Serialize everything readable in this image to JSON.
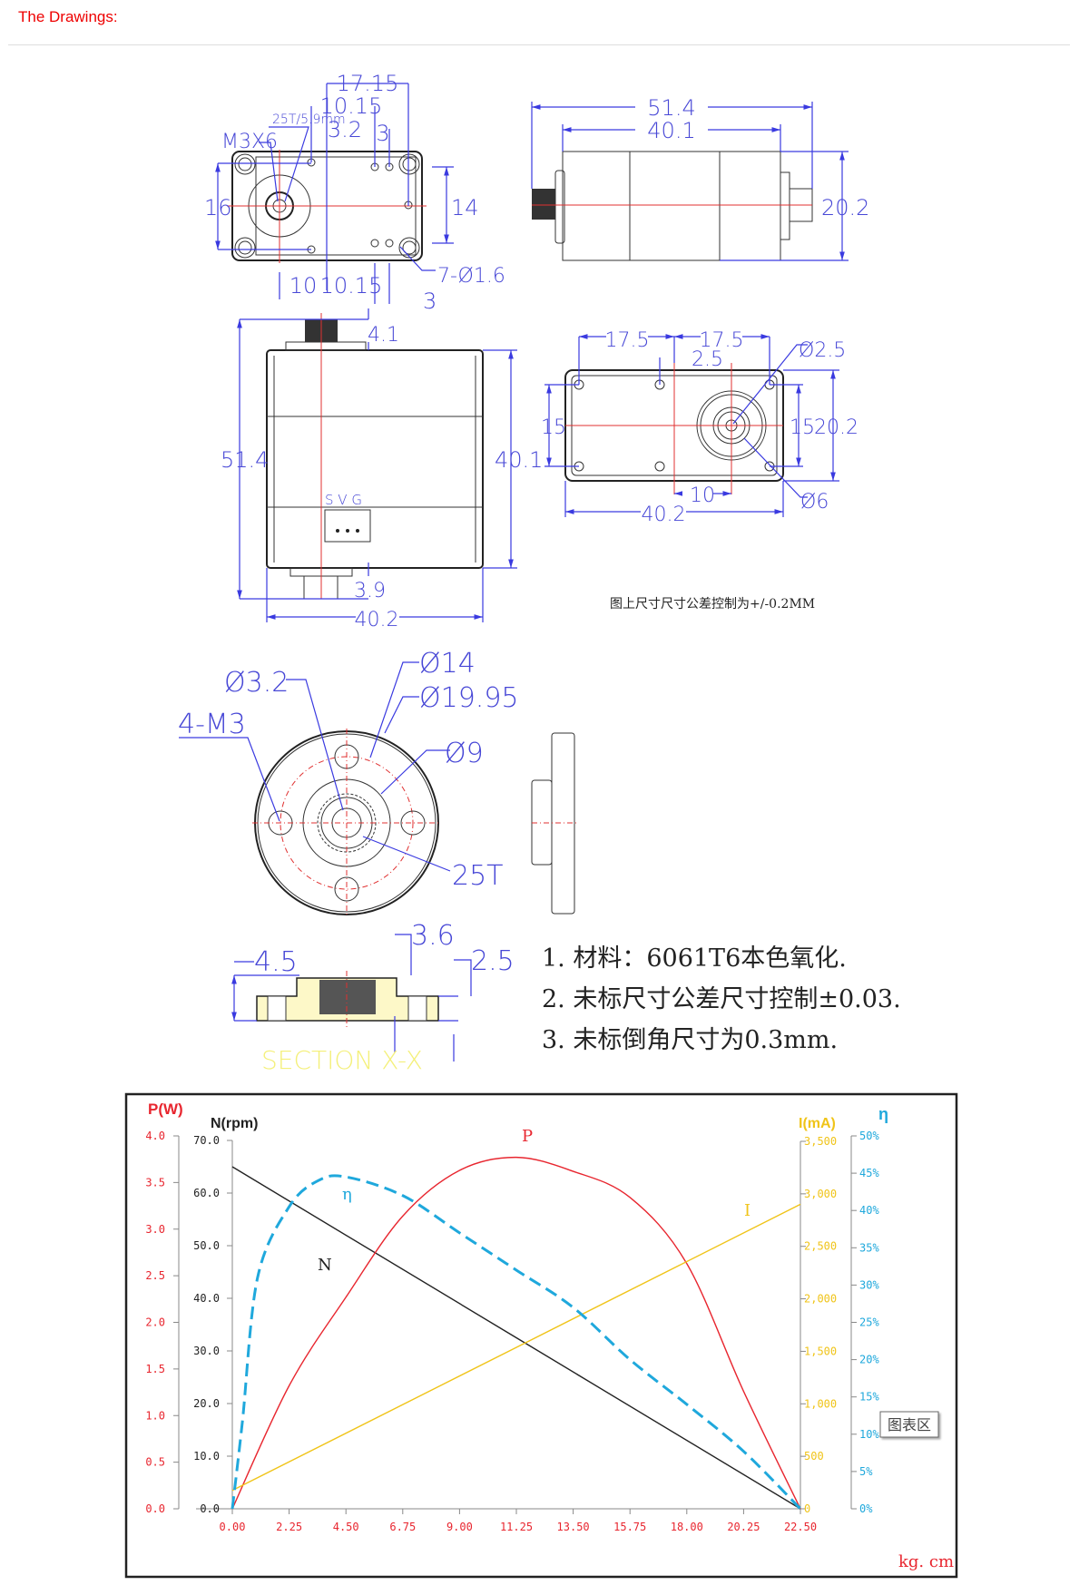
{
  "header": {
    "title": "The Drawings:"
  },
  "drawing": {
    "top_view": {
      "d_17_15": "17.15",
      "d_10_15_top": "10.15",
      "d_3_2": "3.2",
      "d_3_top": "3",
      "spline": "25T/5.9mm",
      "screw": "M3X6",
      "d_16": "16",
      "d_14": "14",
      "holes": "7-Ø1.6",
      "d_10": "10",
      "d_10_15_bot": "10.15",
      "d_3_bot": "3"
    },
    "side_view": {
      "d_51_4": "51.4",
      "d_40_1": "40.1",
      "d_20_2": "20.2"
    },
    "front_view": {
      "d_4_1": "4.1",
      "d_51_4": "51.4",
      "d_40_1": "40.1",
      "connector": "S V G",
      "d_3_9": "3.9",
      "d_40_2": "40.2"
    },
    "bottom_view": {
      "d_17_5_a": "17.5",
      "d_17_5_b": "17.5",
      "d_2_5": "2.5",
      "d_phi2_5": "Ø2.5",
      "d_15_left": "15",
      "d_15_right": "15",
      "d_20_2": "20.2",
      "d_10": "10",
      "d_40_2": "40.2",
      "d_phi6": "Ø6"
    },
    "tolerance_note": "图上尺寸尺寸公差控制为+/-0.2MM",
    "horn": {
      "d_phi3_2": "Ø3.2",
      "d_phi14": "Ø14",
      "d_phi19_95": "Ø19.95",
      "holes": "4-M3",
      "d_phi9": "Ø9",
      "spline": "25T"
    },
    "section": {
      "d_4_5": "4.5",
      "d_3_6": "3.6",
      "d_2_5": "2.5",
      "label": "SECTION X-X"
    },
    "notes": [
      "1. 材料：6061T6本色氧化.",
      "2. 未标尺寸公差尺寸控制±0.03.",
      "3. 未标倒角尺寸为0.3mm."
    ]
  },
  "chart_data": {
    "type": "line",
    "xlabel": "kg. cm",
    "x_ticks": [
      "0.00",
      "2.25",
      "4.50",
      "6.75",
      "9.00",
      "11.25",
      "13.50",
      "15.75",
      "18.00",
      "20.25",
      "22.50"
    ],
    "xlim": [
      0,
      22.5
    ],
    "axes": {
      "P": {
        "label": "P(W)",
        "ylim": [
          0,
          4
        ],
        "ticks": [
          "0.0",
          "0.5",
          "1.0",
          "1.5",
          "2.0",
          "2.5",
          "3.0",
          "3.5",
          "4.0"
        ],
        "color": "#e8262f"
      },
      "N": {
        "label": "N(rpm)",
        "ylim": [
          0,
          70
        ],
        "ticks": [
          "0.0",
          "10.0",
          "20.0",
          "30.0",
          "40.0",
          "50.0",
          "60.0",
          "70.0"
        ],
        "color": "#222222"
      },
      "I": {
        "label": "I(mA)",
        "ylim": [
          0,
          3500
        ],
        "ticks": [
          "0",
          "500",
          "1,000",
          "1,500",
          "2,000",
          "2,500",
          "3,000",
          "3,500"
        ],
        "color": "#f0c419"
      },
      "eta": {
        "label": "η",
        "ylim": [
          0,
          50
        ],
        "ticks": [
          "0%",
          "5%",
          "10%",
          "15%",
          "20%",
          "25%",
          "30%",
          "35%",
          "40%",
          "45%",
          "50%"
        ],
        "color": "#1fa8dc"
      }
    },
    "series": [
      {
        "name": "N",
        "axis": "N",
        "color": "#222222",
        "dashed": false,
        "x": [
          0,
          22.5
        ],
        "y": [
          65,
          0
        ]
      },
      {
        "name": "P",
        "axis": "P",
        "color": "#e8262f",
        "dashed": false,
        "x": [
          0,
          2.25,
          4.5,
          6.75,
          9,
          11.25,
          13.5,
          15.75,
          18,
          20.25,
          22.5
        ],
        "y": [
          0,
          1.32,
          2.27,
          3.14,
          3.63,
          3.77,
          3.62,
          3.34,
          2.63,
          1.26,
          0
        ]
      },
      {
        "name": "I",
        "axis": "I",
        "color": "#f0c419",
        "dashed": false,
        "x": [
          0,
          22.5
        ],
        "y": [
          175,
          2900
        ]
      },
      {
        "name": "η",
        "axis": "eta",
        "color": "#1fa8dc",
        "dashed": true,
        "x": [
          0,
          0.4,
          1,
          2.25,
          3.4,
          4.5,
          6.75,
          9,
          11.25,
          13.5,
          15.75,
          18,
          20.25,
          22.5
        ],
        "y": [
          0,
          11.7,
          31,
          40.5,
          44,
          44.5,
          42,
          37,
          32,
          27,
          20,
          14,
          7.7,
          0
        ]
      }
    ],
    "tooltip": "图表区"
  }
}
